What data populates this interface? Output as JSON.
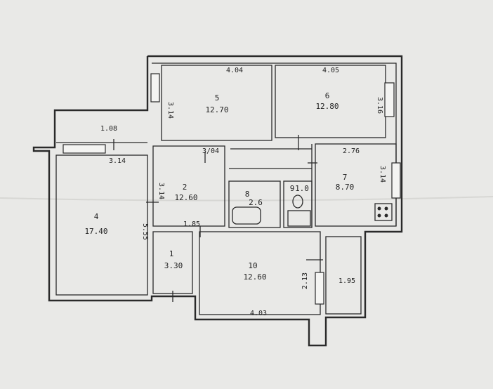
{
  "floor_plan": {
    "rooms": [
      {
        "number": "5",
        "area": "12.70"
      },
      {
        "number": "6",
        "area": "12.80"
      },
      {
        "number": "7",
        "area": "8.70"
      },
      {
        "number": "2",
        "area": "12.60"
      },
      {
        "number": "4",
        "area": "17.40"
      },
      {
        "number": "1",
        "area": "3.30"
      },
      {
        "number": "10",
        "area": "12.60"
      },
      {
        "number": "8",
        "area": "2.6"
      },
      {
        "number": "9",
        "area": "1.0"
      }
    ],
    "dimensions": [
      "4.04",
      "4.05",
      "3.14",
      "3.16",
      "1.08",
      "3.14",
      "3/04",
      "2.76",
      "3.14",
      "3.14",
      "5.55",
      "1.85",
      "2.13",
      "1.95",
      "4.03"
    ],
    "colors": {
      "paper": "#e9e9e7",
      "ink": "#2a2a2a"
    }
  }
}
